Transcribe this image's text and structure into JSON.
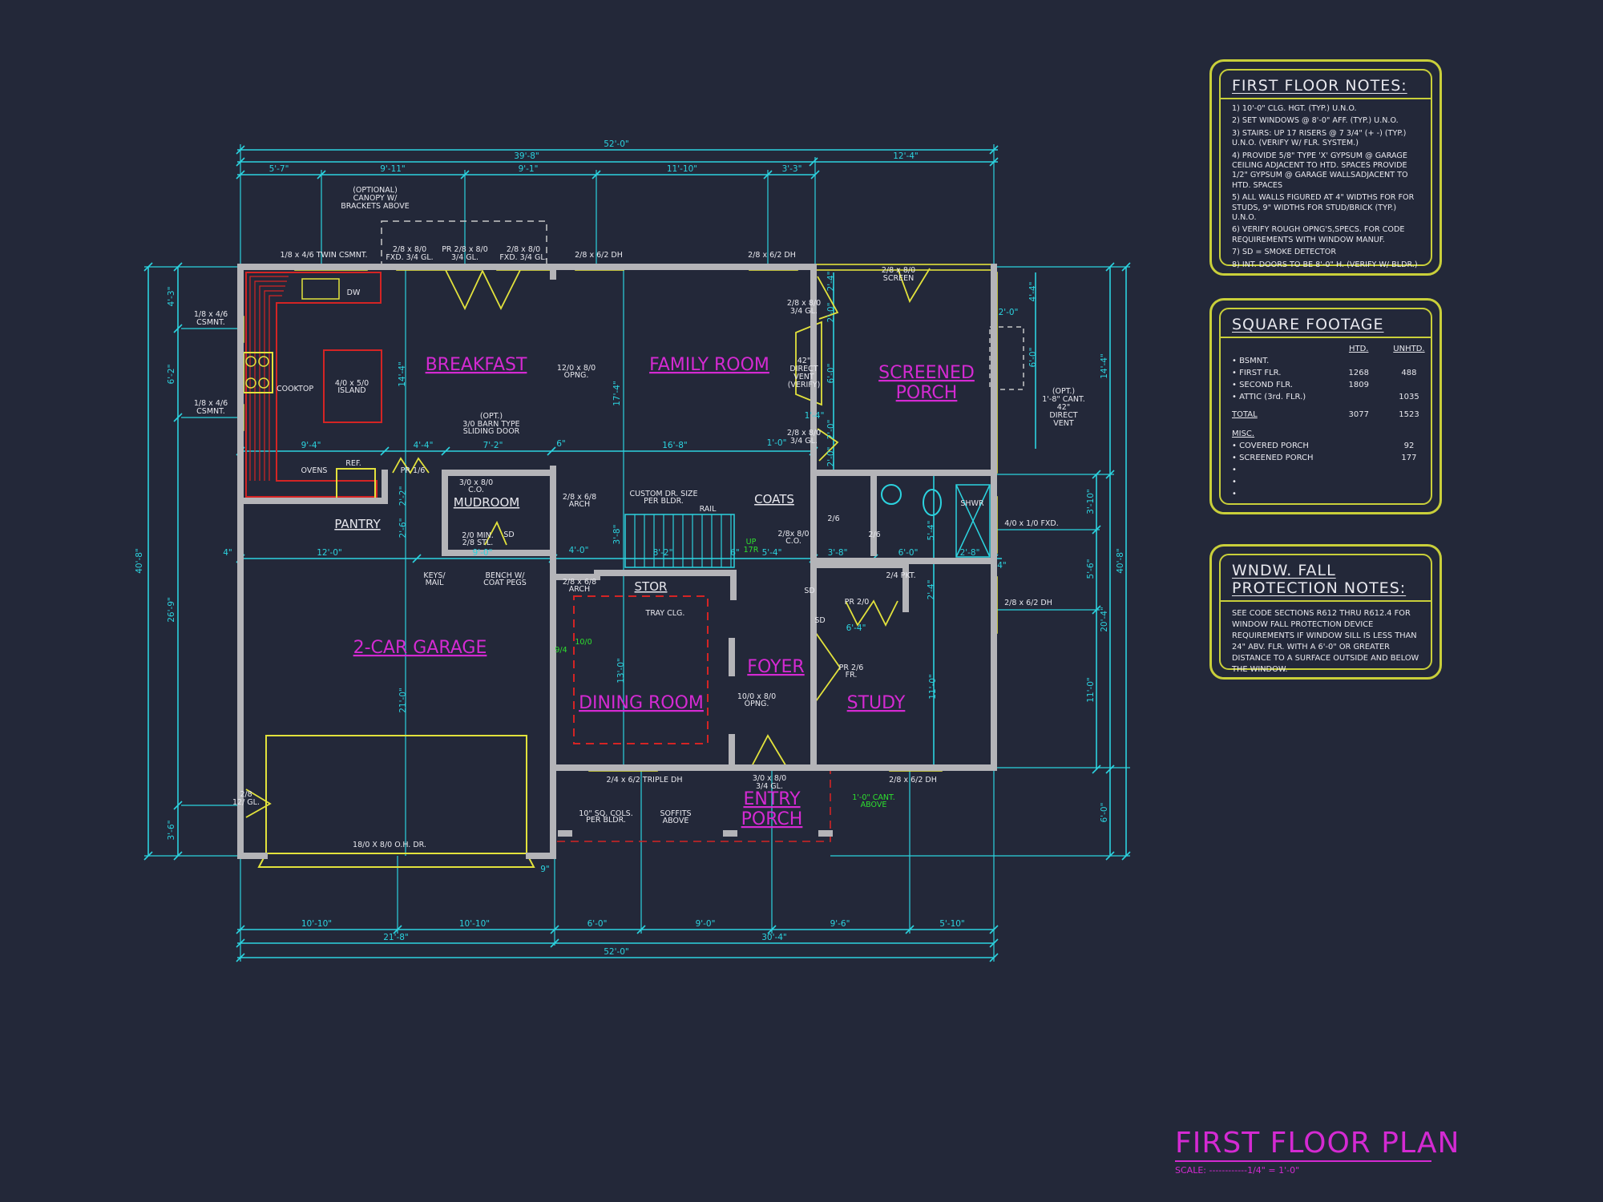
{
  "colors": {
    "background": "#232839",
    "dimension": "#2cd3df",
    "room_label": "#d42ad2",
    "window_door": "#e2e23c",
    "wall": "#b4b4b8",
    "cabinet": "#d42424",
    "note_green": "#2ee02e",
    "text": "#e8e8ee",
    "panel_border": "#c9cf3a"
  },
  "title": {
    "main": "FIRST FLOOR PLAN",
    "scale": "SCALE: ------------1/4\" = 1'-0\""
  },
  "first_floor_notes": {
    "heading": "FIRST FLOOR NOTES:",
    "items": [
      "1) 10'-0\" CLG. HGT. (TYP.) U.N.O.",
      "2) SET WINDOWS @ 8'-0\" AFF. (TYP.) U.N.O.",
      "3) STAIRS: UP 17 RISERS @ 7 3/4\" (+ -) (TYP.) U.N.O. (VERIFY W/ FLR. SYSTEM.)",
      "4) PROVIDE 5/8\" TYPE 'X' GYPSUM @ GARAGE CEILING ADJACENT TO HTD. SPACES PROVIDE 1/2\" GYPSUM @ GARAGE WALLSADJACENT TO HTD. SPACES",
      "5) ALL WALLS FIGURED AT 4\" WIDTHS FOR FOR STUDS, 9\" WIDTHS FOR STUD/BRICK (TYP.) U.N.O.",
      "6) VERIFY ROUGH OPNG'S,SPECS. FOR CODE REQUIREMENTS WITH WINDOW MANUF.",
      "7) SD = SMOKE DETECTOR",
      "8) INT. DOORS TO BE 8'-0\" H. (VERIFY W/ BLDR.)"
    ]
  },
  "square_footage": {
    "heading": "SQUARE FOOTAGE",
    "col_htd": "HTD.",
    "col_unhtd": "UNHTD.",
    "rows": [
      {
        "label": "• BSMNT.",
        "htd": "",
        "unhtd": ""
      },
      {
        "label": "• FIRST FLR.",
        "htd": "1268",
        "unhtd": "488"
      },
      {
        "label": "• SECOND FLR.",
        "htd": "1809",
        "unhtd": ""
      },
      {
        "label": "• ATTIC (3rd. FLR.)",
        "htd": "",
        "unhtd": "1035"
      }
    ],
    "total": {
      "label": "TOTAL",
      "htd": "3077",
      "unhtd": "1523"
    },
    "misc_heading": "MISC.",
    "misc": [
      {
        "label": "• COVERED PORCH",
        "unhtd": "92"
      },
      {
        "label": "• SCREENED PORCH",
        "unhtd": "177"
      },
      {
        "label": "•",
        "unhtd": ""
      },
      {
        "label": "•",
        "unhtd": ""
      },
      {
        "label": "•",
        "unhtd": ""
      }
    ]
  },
  "fall_protection": {
    "heading": "WNDW. FALL PROTECTION NOTES:",
    "text": "SEE CODE SECTIONS R612 THRU R612.4 FOR WINDOW FALL PROTECTION DEVICE REQUIREMENTS IF WINDOW SILL IS LESS THAN 24\" ABV. FLR. WITH A 6'-0\" OR GREATER DISTANCE TO A SURFACE OUTSIDE AND BELOW THE WINDOW."
  },
  "plan": {
    "rooms": [
      "BREAKFAST",
      "FAMILY ROOM",
      "SCREENED",
      "PORCH",
      "2-CAR GARAGE",
      "DINING ROOM",
      "FOYER",
      "STUDY",
      "ENTRY",
      "PORCH"
    ],
    "spaces": [
      "PANTRY",
      "MUDROOM",
      "COATS",
      "STOR"
    ],
    "annotations": [
      "(OPTIONAL)",
      "CANOPY W/",
      "BRACKETS ABOVE",
      "1/8 x 4/6 TWIN CSMNT.",
      "2/8 x 8/0",
      "FXD. 3/4 GL.",
      "PR 2/8 x 8/0",
      "3/4 GL.",
      "2/8 x 8/0",
      "FXD. 3/4 GL.",
      "2/8 x 6/2 DH",
      "2/8 x 6/2 DH",
      "2/8 x 8/0",
      "SCREEN",
      "DW",
      "1/8 x 4/6",
      "CSMNT.",
      "COOKTOP",
      "4/0 x 5/0",
      "ISLAND",
      "12/0 x 8/0",
      "OPNG.",
      "2/8 x 8/0",
      "3/4 GL.",
      "42\"",
      "DIRECT",
      "VENT",
      "(VERIFY)",
      "2/8 x 8/0",
      "3/4 GL.",
      "(OPT.)",
      "1'-8\" CANT.",
      "42\"",
      "DIRECT",
      "VENT",
      "1/8 x 4/6",
      "CSMNT.",
      "OVENS",
      "REF.",
      "PR 1/6",
      "(OPT.)",
      "3/0 BARN TYPE",
      "SLIDING DOOR",
      "3/0 x 8/0",
      "C.O.",
      "2/0 MIN.",
      "2/8 STL.",
      "SD",
      "2/8 x 6/8",
      "ARCH",
      "CUSTOM DR. SIZE",
      "PER BLDR.",
      "RAIL",
      "KEYS/",
      "MAIL",
      "BENCH W/",
      "COAT PEGS",
      "2/8 x 6/8",
      "ARCH",
      "TRAY CLG.",
      "2/6",
      "2/6",
      "2/8x 8/0",
      "C.O.",
      "SHWR",
      "4/0 x 1/0 FXD.",
      "2/4 PKT.",
      "PR 2/0",
      "SD",
      "SD",
      "2/8 x 6/2 DH",
      "PR 2/6",
      "FR.",
      "10/0 x 8/0",
      "OPNG.",
      "2/4 x 6/2 TRIPLE DH",
      "3/0 x 8/0",
      "3/4 GL.",
      "2/8 x 6/2 DH",
      "10\" SQ. COLS.",
      "PER BLDR.",
      "SOFFITS",
      "ABOVE",
      "18/0 X 8/0 O.H. DR.",
      "2/8",
      "12/ GL."
    ],
    "green_annotations": [
      "UP",
      "17R",
      "10/0",
      "9/4",
      "1'-0\" CANT.",
      "ABOVE"
    ],
    "dimensions": [
      "52'-0\"",
      "39'-8\"",
      "12'-4\"",
      "5'-7\"",
      "9'-11\"",
      "9'-1\"",
      "11'-10\"",
      "3'-3\"",
      "4'-3\"",
      "6'-2\"",
      "26'-9\"",
      "3'-6\"",
      "40'-8\"",
      "14'-4\"",
      "17'-4\"",
      "9'-4\"",
      "4'-4\"",
      "7'-2\"",
      "6\"",
      "16'-8\"",
      "1'-0\"",
      "2'-2\"",
      "2'-6\"",
      "4\"",
      "12'-0\"",
      "9'-0\"",
      "4'-0\"",
      "3'-8\"",
      "8'-2\"",
      "6\"",
      "5'-4\"",
      "3'-8\"",
      "6'-0\"",
      "2'-8\"",
      "4\"",
      "21'-0\"",
      "13'-0\"",
      "6'-4\"",
      "5'-4\"",
      "2'-4\"",
      "11'-0\"",
      "2'-4\"",
      "2'-0\"",
      "6'-0\"",
      "1'-4\"",
      "2'-0\"",
      "2'-0\"",
      "2'-0\"",
      "4'-4\"",
      "6'-0\"",
      "9\"",
      "14'-4\"",
      "3'-10\"",
      "5'-6\"",
      "20'-4\"",
      "11'-0\"",
      "6'-0\"",
      "40'-8\"",
      "10'-10\"",
      "10'-10\"",
      "6'-0\"",
      "9'-0\"",
      "9'-6\"",
      "5'-10\"",
      "21'-8\"",
      "30'-4\"",
      "52'-0\""
    ]
  }
}
